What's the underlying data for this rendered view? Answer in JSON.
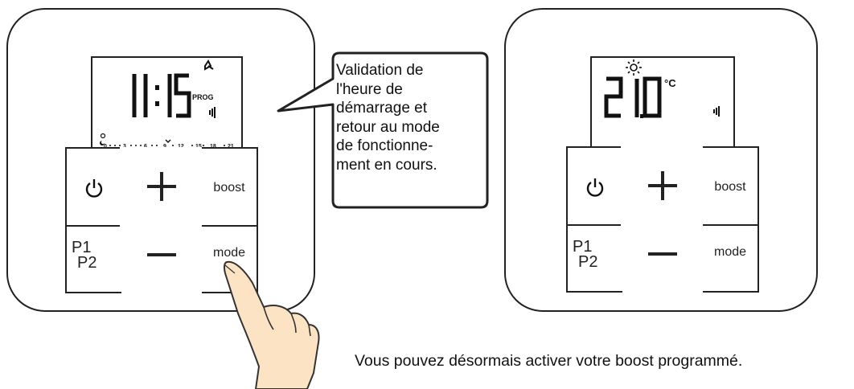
{
  "left_thermostat": {
    "display_time": "11:15",
    "display_mode": "PROG",
    "timeline_ticks": [
      "0",
      "3",
      "6",
      "9",
      "12",
      "15",
      "18",
      "21"
    ],
    "buttons": {
      "power": "power-icon",
      "plus": "plus-icon",
      "boost": "boost",
      "p1": "P1",
      "p2": "P2",
      "minus": "minus-icon",
      "mode": "mode"
    }
  },
  "callout": {
    "lines": [
      "Validation de",
      "l'heure de",
      "démarrage et",
      "retour au mode",
      "de fonctionne-",
      "ment en cours."
    ]
  },
  "right_thermostat": {
    "display_temp": "21.0",
    "display_unit": "°C",
    "buttons": {
      "power": "power-icon",
      "plus": "plus-icon",
      "boost": "boost",
      "p1": "P1",
      "p2": "P2",
      "minus": "minus-icon",
      "mode": "mode"
    }
  },
  "caption": "Vous pouvez désormais activer votre boost programmé.",
  "colors": {
    "outline": "#222222",
    "hand_fill": "#fce3c4",
    "hand_stroke": "#333333"
  }
}
